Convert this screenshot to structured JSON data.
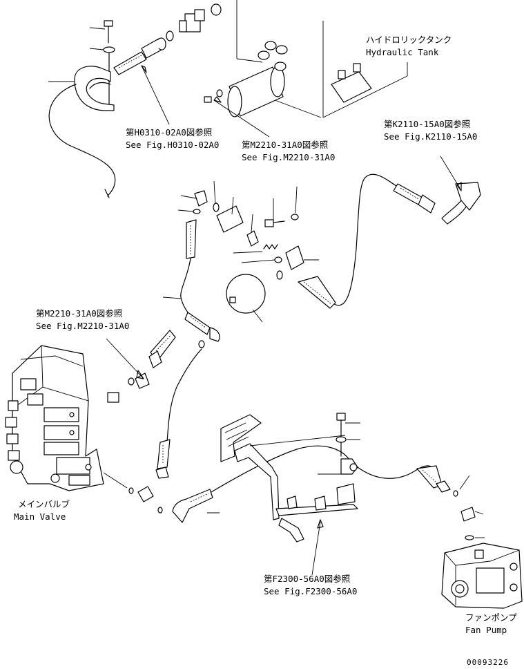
{
  "refs": {
    "h0310": {
      "jp": "第H0310-02A0図参照",
      "en": "See Fig.H0310-02A0"
    },
    "m2210_top": {
      "jp": "第M2210-31A0図参照",
      "en": "See Fig.M2210-31A0"
    },
    "k2110": {
      "jp": "第K2110-15A0図参照",
      "en": "See Fig.K2110-15A0"
    },
    "m2210_left": {
      "jp": "第M2210-31A0図参照",
      "en": "See Fig.M2210-31A0"
    },
    "f2300": {
      "jp": "第F2300-56A0図参照",
      "en": "See Fig.F2300-56A0"
    }
  },
  "components": {
    "hydraulic_tank": {
      "jp": "ハイドロリックタンク",
      "en": "Hydraulic Tank"
    },
    "main_valve": {
      "jp": "メインバルブ",
      "en": "Main Valve"
    },
    "fan_pump": {
      "jp": "ファンポンプ",
      "en": "Fan Pump"
    }
  },
  "drawing_number": "00093226"
}
